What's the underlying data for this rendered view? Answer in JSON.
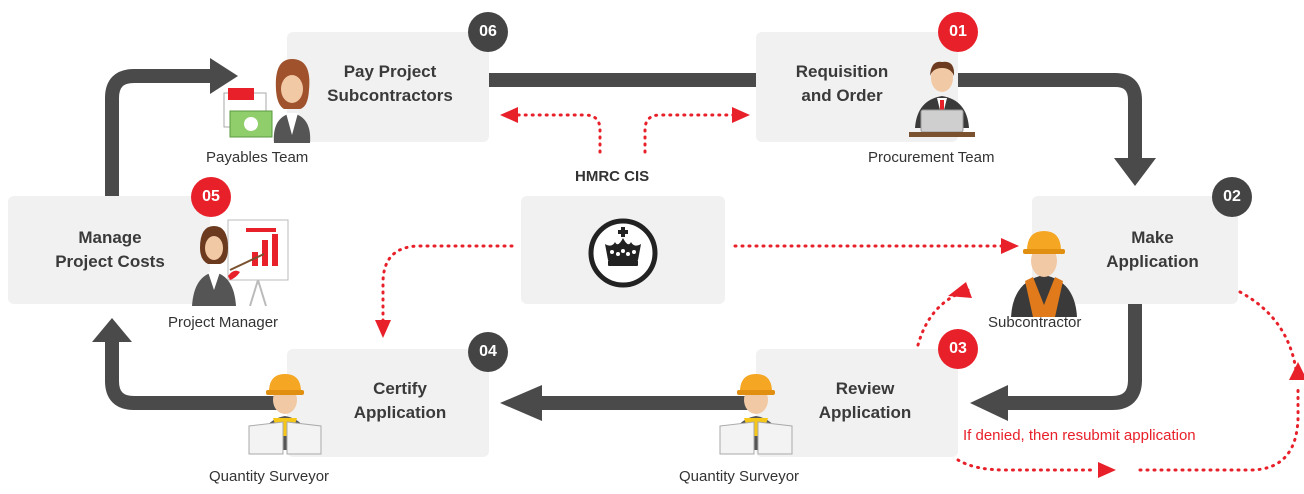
{
  "steps": {
    "s01": {
      "number": "01",
      "title_line1": "Requisition",
      "title_line2": "and Order",
      "role": "Procurement Team"
    },
    "s02": {
      "number": "02",
      "title_line1": "Make",
      "title_line2": "Application",
      "role": "Subcontractor"
    },
    "s03": {
      "number": "03",
      "title_line1": "Review",
      "title_line2": "Application",
      "role": "Quantity Surveyor"
    },
    "s04": {
      "number": "04",
      "title_line1": "Certify",
      "title_line2": "Application",
      "role": "Quantity Surveyor"
    },
    "s05": {
      "number": "05",
      "title_line1": "Manage",
      "title_line2": "Project Costs",
      "role": "Project Manager"
    },
    "s06": {
      "number": "06",
      "title_line1": "Pay Project",
      "title_line2": "Subcontractors",
      "role": "Payables Team"
    }
  },
  "hmrc": {
    "label": "HMRC CIS",
    "icon": "crown-icon"
  },
  "resubmit_note": "If denied, then resubmit application",
  "colors": {
    "box": "#f1f1f1",
    "arrow": "#4a4a4a",
    "accent_red": "#e8202a",
    "badge_dark": "#444444"
  }
}
